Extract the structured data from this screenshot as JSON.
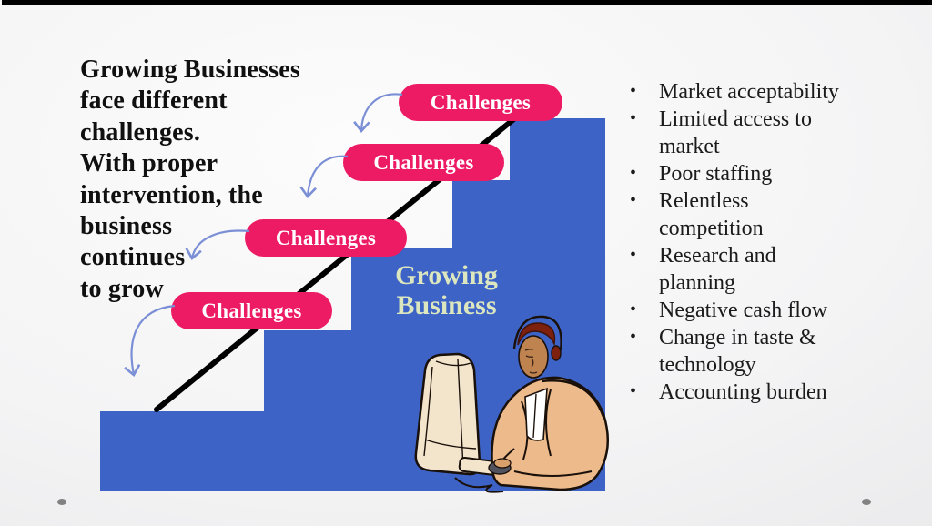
{
  "heading": "Growing Businesses\nface different\nchallenges.\nWith proper\nintervention, the\nbusiness\ncontinues\nto grow",
  "stairs_label": "Growing\nBusiness",
  "pills": [
    "Challenges",
    "Challenges",
    "Challenges",
    "Challenges"
  ],
  "bullets": [
    "Market acceptability",
    "Limited access to market",
    "Poor staffing",
    "Relentless competition",
    "Research and planning",
    "Negative cash flow",
    "Change in taste & technology",
    "Accounting burden"
  ],
  "icons": {
    "connector": "curved-down-arrow",
    "clipart": "person-working-at-computer",
    "footer_decor": "gray-dot"
  },
  "colors": {
    "stair_blue": "#3D63C6",
    "pill_pink": "#ED1A64",
    "pill_text": "#FFFFFF",
    "stairs_label_green": "#DCE7BF",
    "arrow_blue": "#7B8FD6",
    "growth_line_black": "#000000",
    "heading_text": "#101010",
    "bullet_text": "#1B1B1B",
    "top_bar_black": "#000000",
    "footer_dot_gray": "#828282"
  }
}
